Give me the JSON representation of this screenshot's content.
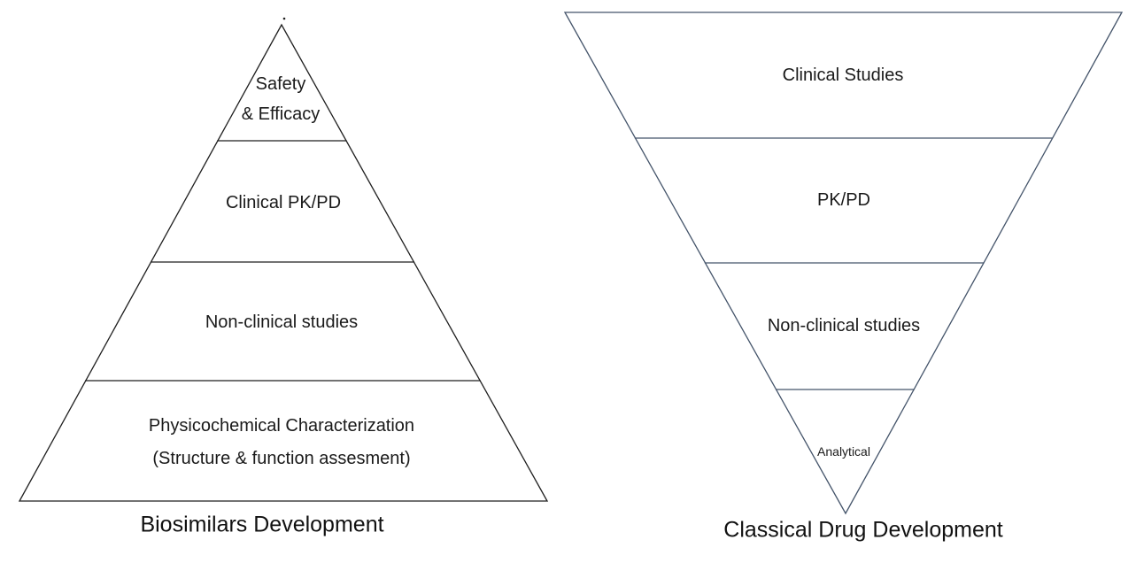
{
  "diagram": {
    "left_pyramid": {
      "orientation": "upright",
      "line_color": "#1f1f1f",
      "text_color": "#1a1a1a",
      "caption": "Biosimilars Development",
      "layers": [
        {
          "lines": [
            "Safety",
            "& Efficacy"
          ]
        },
        {
          "lines": [
            "Clinical PK/PD"
          ]
        },
        {
          "lines": [
            "Non-clinical studies"
          ]
        },
        {
          "lines": [
            "Physicochemical Characterization",
            "(Structure & function assesment)"
          ]
        }
      ]
    },
    "right_pyramid": {
      "orientation": "inverted",
      "line_color": "#44546A",
      "text_color": "#1a1a1a",
      "caption": "Classical Drug Development",
      "layers": [
        {
          "lines": [
            "Clinical Studies"
          ]
        },
        {
          "lines": [
            "PK/PD"
          ]
        },
        {
          "lines": [
            "Non-clinical studies"
          ]
        },
        {
          "lines": [
            "Analytical"
          ]
        }
      ]
    }
  }
}
